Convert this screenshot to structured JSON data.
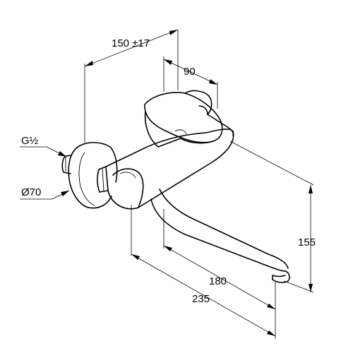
{
  "dimensions": {
    "overall_width": "150 ±17",
    "handle_width": "90",
    "thread": "G½",
    "rosette_diameter": "Ø70",
    "height": "155",
    "spout_reach": "180",
    "total_reach": "235"
  },
  "colors": {
    "line": "#000000",
    "background": "#ffffff"
  }
}
